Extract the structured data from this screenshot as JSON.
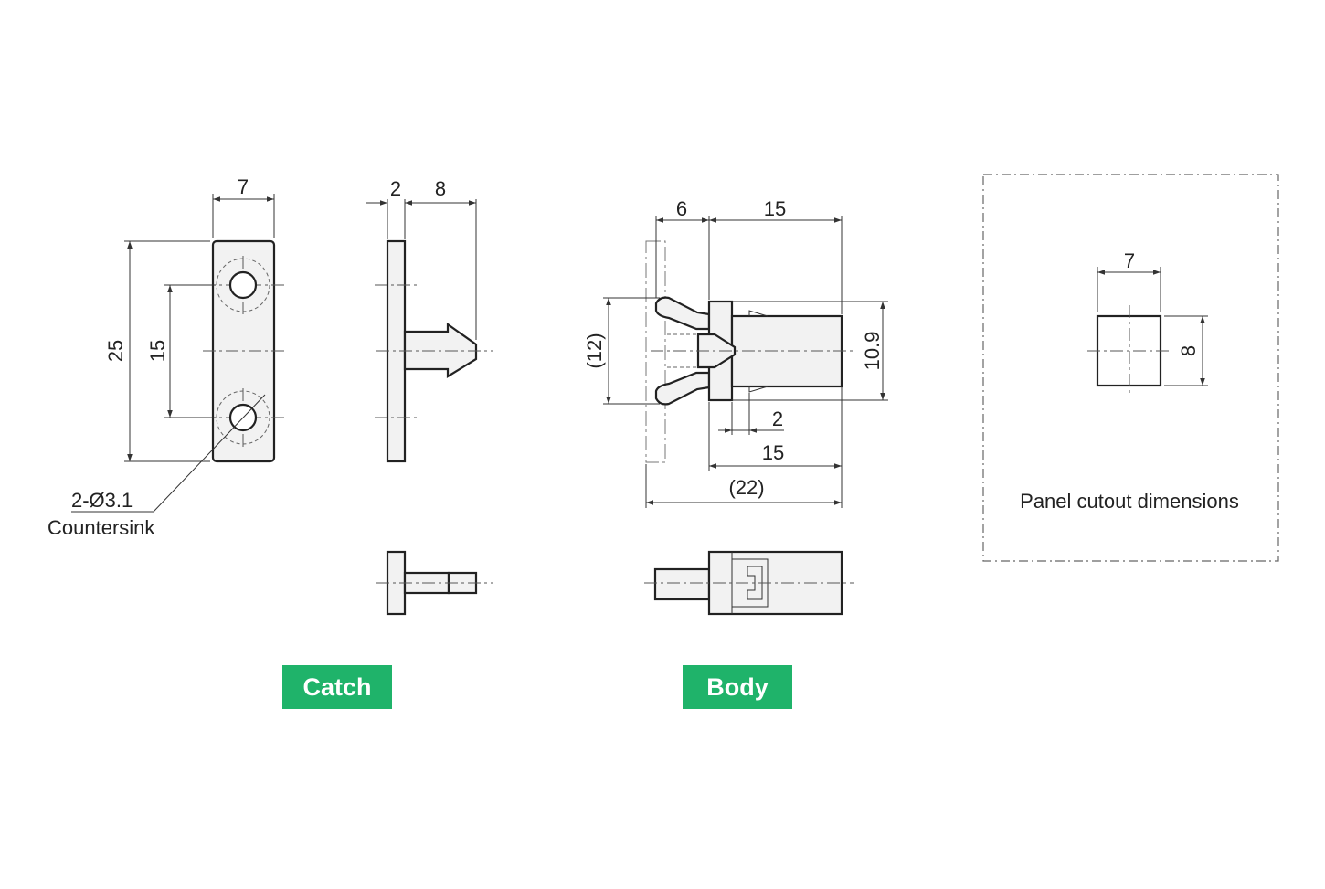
{
  "catch": {
    "label": "Catch",
    "width": "7",
    "height": "25",
    "hole_pitch": "15",
    "plate_thickness": "2",
    "pin_length": "8",
    "hole_note": "2-Ø3.1",
    "hole_note_2": "Countersink"
  },
  "body": {
    "label": "Body",
    "flange_offset": "6",
    "body_length": "15",
    "jaw_height": "(12)",
    "body_height": "10.9",
    "step": "2",
    "length_lower": "15",
    "overall_length": "(22)"
  },
  "cutout": {
    "title": "Panel cutout dimensions",
    "width": "7",
    "height": "8"
  },
  "colors": {
    "badge": "#1fb36a",
    "line": "#222222",
    "fill": "#f2f2f2"
  }
}
